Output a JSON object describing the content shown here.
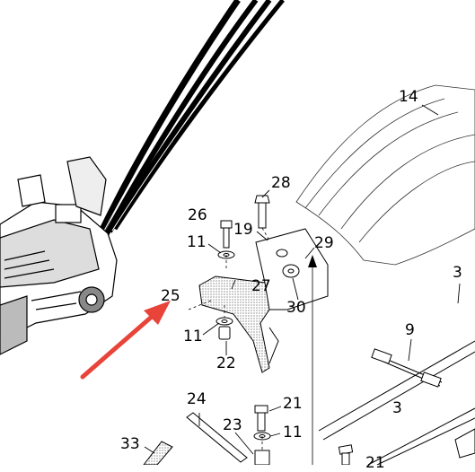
{
  "callouts": {
    "c14": "14",
    "c28": "28",
    "c26": "26",
    "c19": "19",
    "c29": "29",
    "c11a": "11",
    "c25": "25",
    "c27": "27",
    "c30": "30",
    "c11b": "11",
    "c22": "22",
    "c3a": "3",
    "c9": "9",
    "c3b": "3",
    "c24": "24",
    "c21a": "21",
    "c23": "23",
    "c11c": "11",
    "c33": "33",
    "c21b": "21"
  },
  "colors": {
    "ink": "#000000",
    "arrow": "#e8443a"
  }
}
